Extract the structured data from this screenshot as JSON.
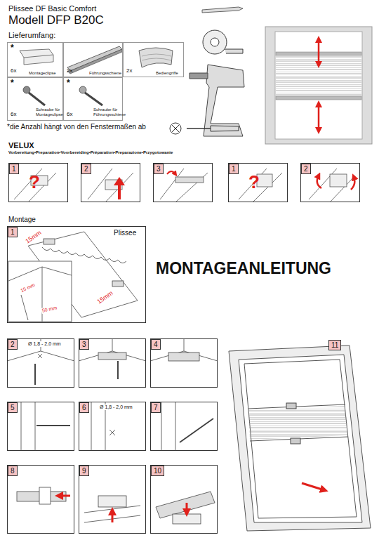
{
  "diagram": {
    "title": "Plissee DF Basic Comfort",
    "nodes": [
      {
        "text": [
          "*",
          "6x",
          "Montageclipse"
        ]
      },
      {
        "text": [
          "2x",
          "Führungsschiene"
        ]
      },
      {
        "text": [
          "2x",
          "Bediengriffe"
        ]
      },
      {
        "text": [
          "*",
          "6x",
          "Schraube für Montageclipse"
        ]
      },
      {
        "text": [
          "*",
          "6x",
          "Schraube für Führungsschiene"
        ]
      },
      {
        "text": [
          "1",
          "?"
        ]
      },
      {
        "text": [
          "2"
        ]
      },
      {
        "text": [
          "3"
        ]
      },
      {
        "text": [
          "1",
          "?"
        ]
      },
      {
        "text": [
          "2"
        ]
      },
      {
        "text": [
          "1",
          "Plissee",
          "15mm",
          "15mm",
          "15 mm",
          "50 mm"
        ]
      },
      {
        "text": [
          "2",
          "Ø 1,8 - 2,0 mm"
        ]
      },
      {
        "text": [
          "3"
        ]
      },
      {
        "text": [
          "4"
        ]
      },
      {
        "text": [
          "5"
        ]
      },
      {
        "text": [
          "6",
          "Ø 1,8 - 2,0 mm"
        ]
      },
      {
        "text": [
          "7"
        ]
      },
      {
        "text": [
          "8"
        ]
      },
      {
        "text": [
          "9"
        ]
      },
      {
        "text": [
          "10"
        ]
      },
      {
        "text": [
          "11"
        ]
      }
    ],
    "labels": [
      "Modell DFP B20C",
      "Lieferumfang:",
      "*die Anzahl hängt von den Fenstermaßen ab",
      "VELUX",
      "Vorbereitung•Preparation•Voorbereiding•Préparation•Preparazione•Przygotowanie",
      "Montage",
      "MONTAGEANLEITUNG"
    ]
  }
}
